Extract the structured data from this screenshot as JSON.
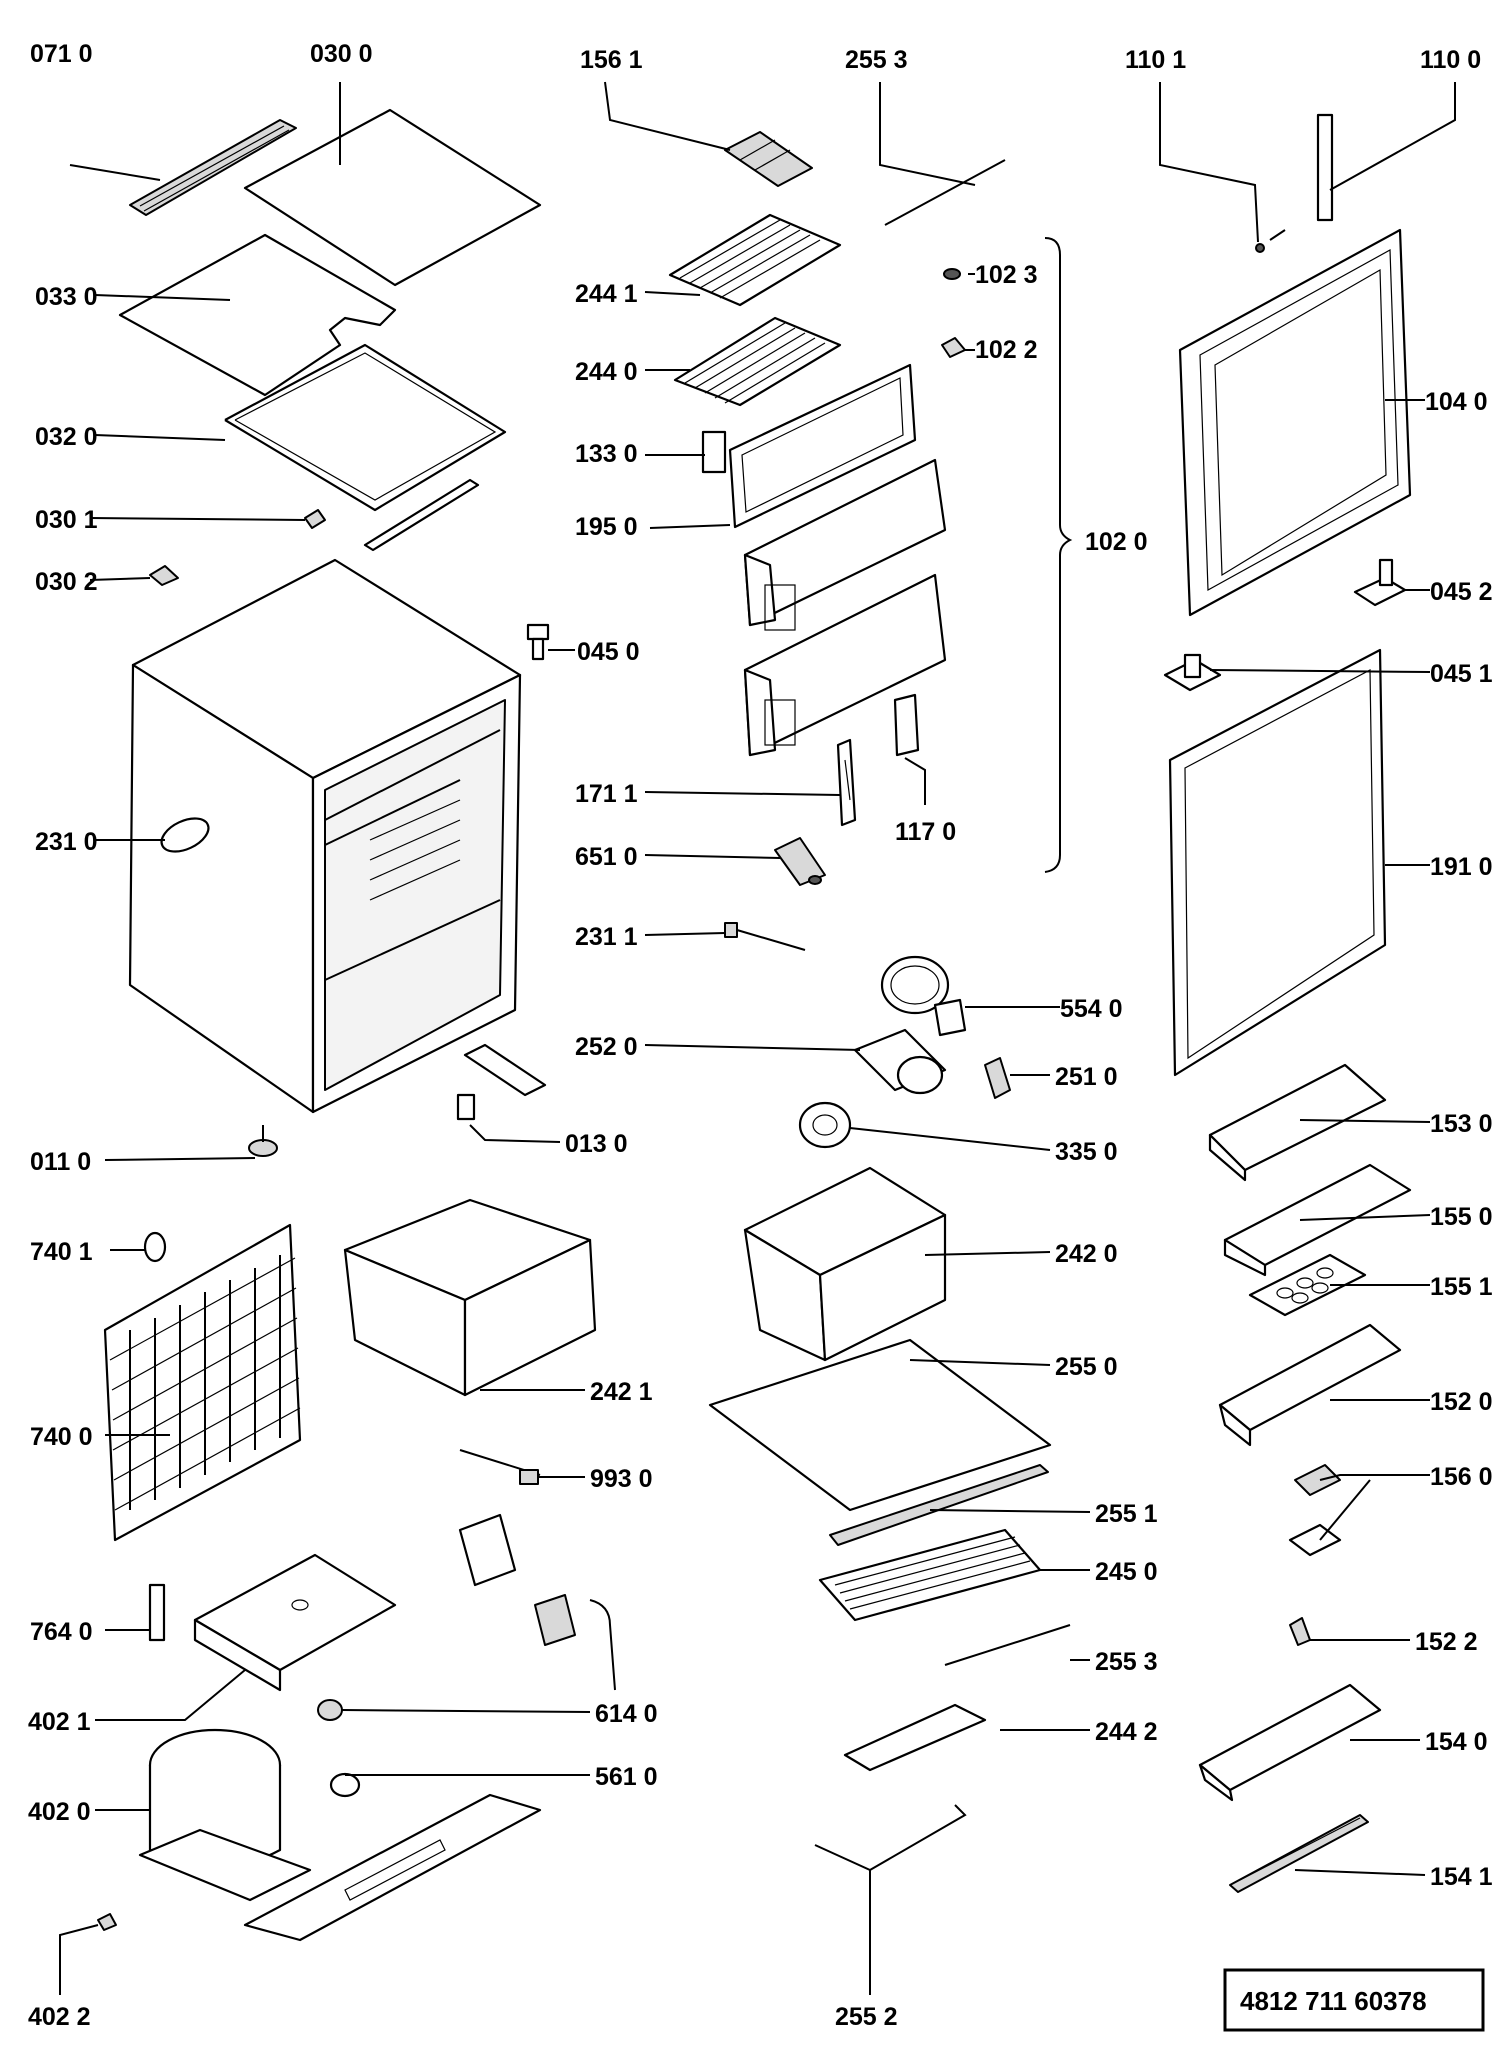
{
  "labels": {
    "l0710": "071 0",
    "l0300": "030 0",
    "l1561": "156 1",
    "l2553a": "255 3",
    "l1101": "110 1",
    "l1100": "110 0",
    "l0330": "033 0",
    "l2441": "244 1",
    "l1023": "102 3",
    "l2440": "244 0",
    "l1022": "102 2",
    "l1040": "104 0",
    "l0320": "032 0",
    "l1330": "133 0",
    "l0301": "030 1",
    "l1950": "195 0",
    "l1020": "102 0",
    "l0302": "030 2",
    "l0452": "045 2",
    "l0450": "045 0",
    "l0451": "045 1",
    "l1711": "171 1",
    "l1170": "117 0",
    "l2310": "231 0",
    "l6510": "651 0",
    "l1910": "191 0",
    "l2311": "231 1",
    "l5540": "554 0",
    "l2520": "252 0",
    "l2510": "251 0",
    "l0110": "011 0",
    "l0130": "013 0",
    "l3350": "335 0",
    "l1530": "153 0",
    "l7401": "740 1",
    "l2420": "242 0",
    "l1550": "155 0",
    "l1551": "155 1",
    "l2421": "242 1",
    "l2550": "255 0",
    "l7400": "740 0",
    "l1520": "152 0",
    "l9930": "993 0",
    "l1560": "156 0",
    "l2551": "255 1",
    "l2450": "245 0",
    "l7640": "764 0",
    "l2553b": "255 3",
    "l1522": "152 2",
    "l4021": "402 1",
    "l6140": "614 0",
    "l2442": "244 2",
    "l1540": "154 0",
    "l5610": "561 0",
    "l4020": "402 0",
    "l1541": "154 1",
    "l4022": "402 2",
    "l2552": "255 2"
  },
  "reference_number": "4812 711 60378"
}
